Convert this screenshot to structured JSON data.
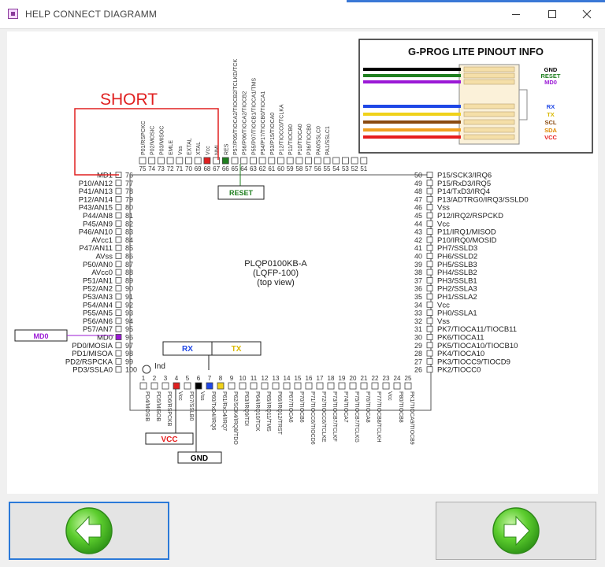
{
  "window": {
    "title": "HELP CONNECT DIAGRAMM",
    "minimize_icon": "minimize-icon",
    "maximize_icon": "maximize-icon",
    "close_icon": "close-icon"
  },
  "diagram": {
    "short_label": "SHORT",
    "chip_name": "PLQP0100KB-A",
    "chip_package": "(LQFP-100)",
    "chip_view": "(top view)",
    "index_label": "Ind",
    "labels": {
      "reset": "RESET",
      "md0": "MD0",
      "rx": "RX",
      "tx": "TX",
      "vcc": "VCC",
      "gnd": "GND"
    },
    "top_numbers": [
      "75",
      "74",
      "73",
      "72",
      "71",
      "70",
      "69",
      "68",
      "67",
      "66",
      "65",
      "64",
      "63",
      "62",
      "61",
      "60",
      "59",
      "58",
      "57",
      "56",
      "55",
      "54",
      "53",
      "52",
      "51"
    ],
    "top_pins": [
      "P01/RSPCKC",
      "P02/MOSIC",
      "P03/MISOC",
      "EMLE",
      "Vss",
      "EXTAL",
      "XTAL",
      "Vcc",
      "NMI",
      "RES",
      "P57/P05/TIOCA2/TIOCB2/TCLKD/TCK",
      "P56/P06/TIOCA2/TIOCB2",
      "P55/P07/TIOCB1/TIOCA1/TMS",
      "P54/P17/TIOCB0/TIOCA1",
      "P53/P15/TIOCA0",
      "P12/TIOCC0/TCLKA",
      "P11/TIOCB0",
      "P10/TIOCA0",
      "P36/TIOCB0",
      "PA0/SSLC0",
      "PA1/SSLC1",
      "",
      "",
      "",
      ""
    ],
    "left_pins": [
      {
        "name": "MD1",
        "num": "76"
      },
      {
        "name": "P10/AN12",
        "num": "77"
      },
      {
        "name": "P41/AN13",
        "num": "78"
      },
      {
        "name": "P12/AN14",
        "num": "79"
      },
      {
        "name": "P43/AN15",
        "num": "80"
      },
      {
        "name": "P44/AN8",
        "num": "81"
      },
      {
        "name": "P45/AN9",
        "num": "82"
      },
      {
        "name": "P46/AN10",
        "num": "83"
      },
      {
        "name": "AVcc1",
        "num": "84"
      },
      {
        "name": "P47/AN11",
        "num": "85"
      },
      {
        "name": "AVss",
        "num": "86"
      },
      {
        "name": "P50/AN0",
        "num": "87"
      },
      {
        "name": "AVcc0",
        "num": "88"
      },
      {
        "name": "P51/AN1",
        "num": "89"
      },
      {
        "name": "P52/AN2",
        "num": "90"
      },
      {
        "name": "P53/AN3",
        "num": "91"
      },
      {
        "name": "P54/AN4",
        "num": "92"
      },
      {
        "name": "P55/AN5",
        "num": "93"
      },
      {
        "name": "P56/AN6",
        "num": "94"
      },
      {
        "name": "P57/AN7",
        "num": "95"
      },
      {
        "name": "MD0",
        "num": "96"
      },
      {
        "name": "PD0/MOSIA",
        "num": "97"
      },
      {
        "name": "PD1/MISOA",
        "num": "98"
      },
      {
        "name": "PD2/RSPCKA",
        "num": "99"
      },
      {
        "name": "PD3/SSLA0",
        "num": "100"
      }
    ],
    "right_pins": [
      {
        "num": "50",
        "name": "P15/SCK3/IRQ6"
      },
      {
        "num": "49",
        "name": "P15/RxD3/IRQ5"
      },
      {
        "num": "48",
        "name": "P14/TxD3/IRQ4"
      },
      {
        "num": "47",
        "name": "P13/ADTRG0/IRQ3/SSLD0"
      },
      {
        "num": "46",
        "name": "Vss"
      },
      {
        "num": "45",
        "name": "P12/IRQ2/RSPCKD"
      },
      {
        "num": "44",
        "name": "Vcc"
      },
      {
        "num": "43",
        "name": "P11/IRQ1/MISOD"
      },
      {
        "num": "42",
        "name": "P10/IRQ0/MOSID"
      },
      {
        "num": "41",
        "name": "PH7/SSLD3"
      },
      {
        "num": "40",
        "name": "PH6/SSLD2"
      },
      {
        "num": "39",
        "name": "PH5/SSLB3"
      },
      {
        "num": "38",
        "name": "PH4/SSLB2"
      },
      {
        "num": "37",
        "name": "PH3/SSLB1"
      },
      {
        "num": "36",
        "name": "PH2/SSLA3"
      },
      {
        "num": "35",
        "name": "PH1/SSLA2"
      },
      {
        "num": "34",
        "name": "Vcc"
      },
      {
        "num": "33",
        "name": "PH0/SSLA1"
      },
      {
        "num": "32",
        "name": "Vss"
      },
      {
        "num": "31",
        "name": "PK7/TIOCA11/TIOCB11"
      },
      {
        "num": "30",
        "name": "PK6/TIOCA11"
      },
      {
        "num": "29",
        "name": "PK5/TIOCA10/TIOCB10"
      },
      {
        "num": "28",
        "name": "PK4/TIOCA10"
      },
      {
        "num": "27",
        "name": "PK3/TIOCC9/TIOCD9"
      },
      {
        "num": "26",
        "name": "PK2/TIOCC0"
      }
    ],
    "bottom_numbers": [
      "1",
      "2",
      "3",
      "4",
      "5",
      "6",
      "7",
      "8",
      "9",
      "10",
      "11",
      "12",
      "13",
      "14",
      "15",
      "16",
      "17",
      "18",
      "19",
      "20",
      "21",
      "22",
      "23",
      "24",
      "25"
    ],
    "bottom_pins": [
      "PD4/MOSIB",
      "PD5/MISOB",
      "PD6/RSPCKB",
      "Vcc",
      "PD7/SSLB0",
      "Vss",
      "P60/TxD4/IRQ6",
      "P61/RxD4/IRQ7",
      "P62/SCK4/IRQ8/TDO",
      "P63/IRQ9/TDI",
      "P64/IRQ10/TCK",
      "P65/IRQ11/TMS",
      "P66/IRQ12/TRST",
      "P67/TIOCA6",
      "P70/TIOCB6",
      "P71/TIOCC6/TIOCD6",
      "P72/TIOCC6/TCLKE",
      "P73/TIOCB7/TCLKF",
      "P74/TIOCA7",
      "P75/TIOCB7/TCLKG",
      "P76/TIOCA8",
      "P77/TIOCB8/TCLKH",
      "Vcc",
      "P80/TIOCB8",
      "PK1/TIOCA9/TIOCB9"
    ]
  },
  "pinout": {
    "title": "G-PROG LITE PINOUT INFO",
    "wires": [
      {
        "label": "GND",
        "color": "#000000",
        "label_color": "#000000"
      },
      {
        "label": "RESET",
        "color": "#1f7f1f",
        "label_color": "#1f7f1f"
      },
      {
        "label": "MD0",
        "color": "#9b19d6",
        "label_color": "#9b19d6"
      },
      {
        "label": "RX",
        "color": "#1f47e6",
        "label_color": "#1f47e6"
      },
      {
        "label": "TX",
        "color": "#f0d21a",
        "label_color": "#d9b800"
      },
      {
        "label": "SCL",
        "color": "#8a4a10",
        "label_color": "#8a4a10"
      },
      {
        "label": "SDA",
        "color": "#f0a020",
        "label_color": "#e08a00"
      },
      {
        "label": "VCC",
        "color": "#e61e1e",
        "label_color": "#e61e1e"
      }
    ]
  },
  "colors": {
    "short": "#e02020",
    "accent": "#2b79d8",
    "arrow_green": "#3cb521"
  },
  "nav": {
    "back_icon": "back-arrow-icon",
    "next_icon": "next-arrow-icon"
  }
}
